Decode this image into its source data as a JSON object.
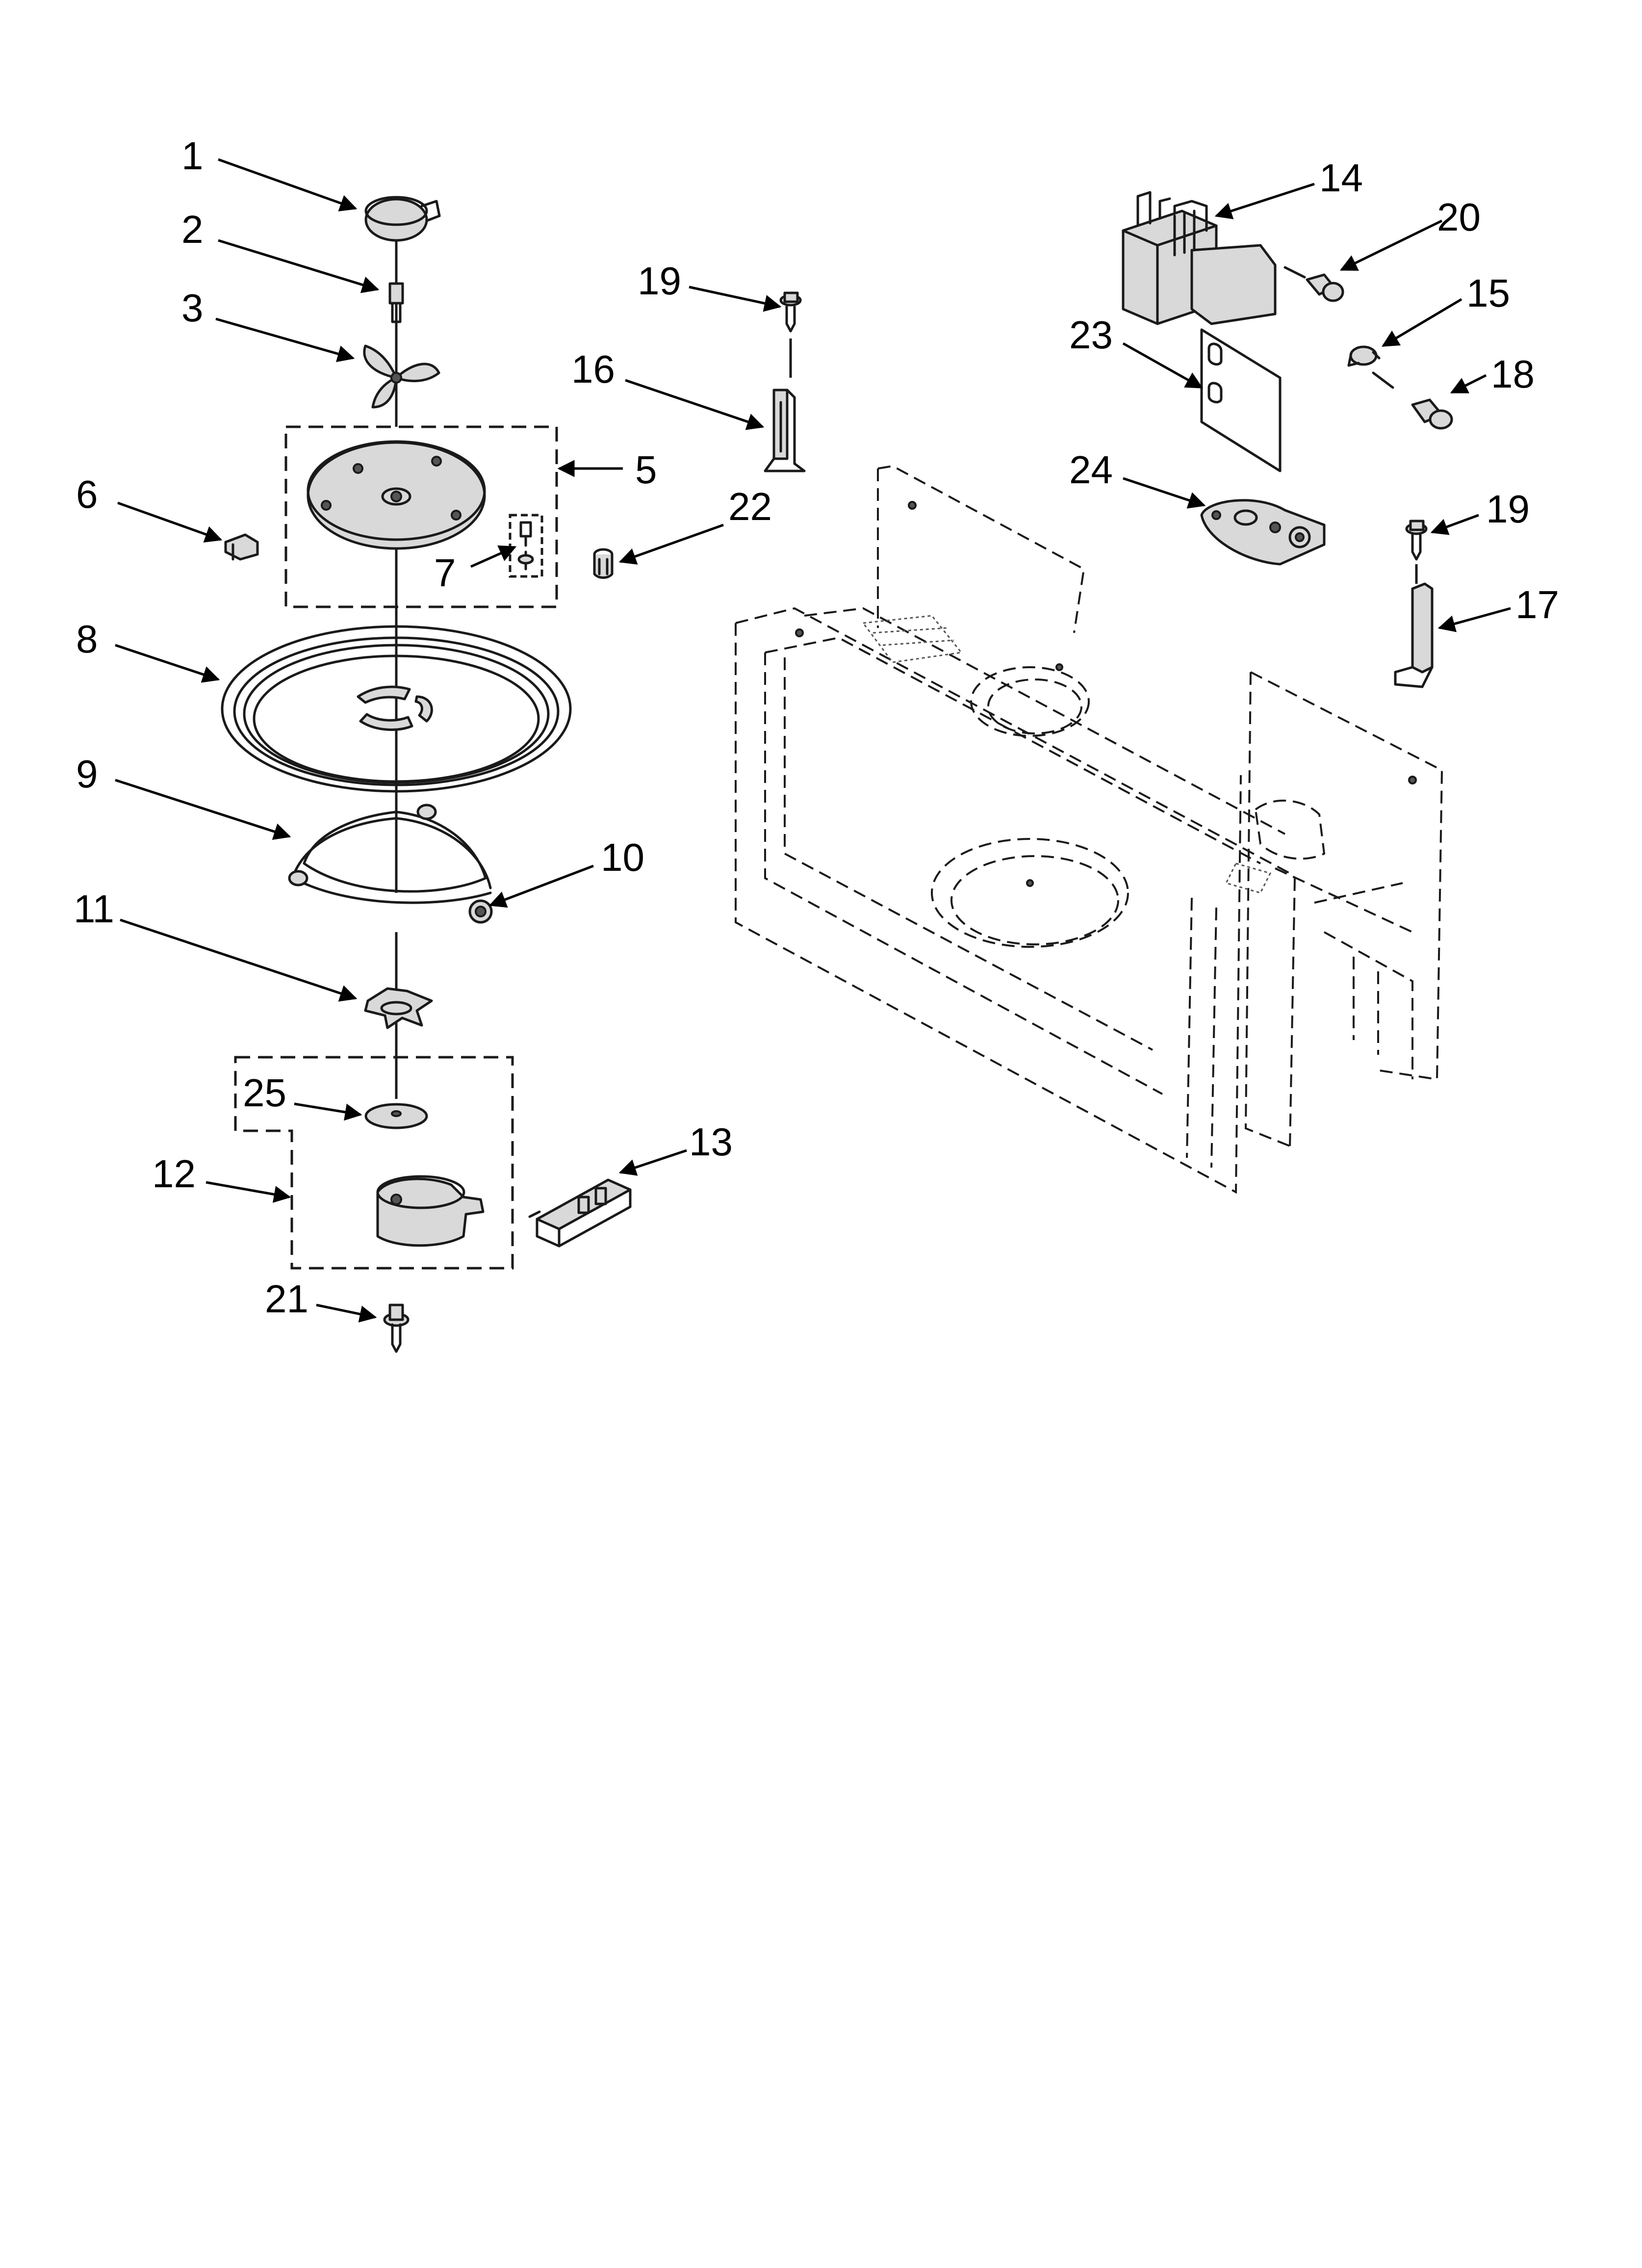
{
  "callouts": [
    "1",
    "2",
    "3",
    "5",
    "6",
    "7",
    "8",
    "9",
    "10",
    "11",
    "12",
    "13",
    "14",
    "15",
    "16",
    "17",
    "18",
    "19",
    "20",
    "21",
    "22",
    "23",
    "24",
    "25"
  ],
  "callout_19_repeat": "19"
}
